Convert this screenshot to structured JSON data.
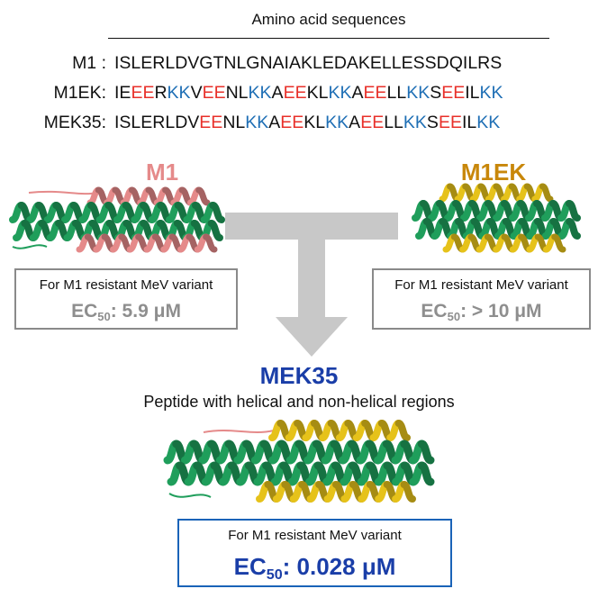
{
  "header": {
    "title": "Amino acid sequences"
  },
  "sequences": [
    {
      "label": "M1 :",
      "segments": [
        {
          "t": "ISLERLDVGTNLGNAIAKLEDAKELLESSDQILRS",
          "c": "default"
        }
      ]
    },
    {
      "label": "M1EK:",
      "segments": [
        {
          "t": "IE",
          "c": "default"
        },
        {
          "t": "EE",
          "c": "E"
        },
        {
          "t": "R",
          "c": "default"
        },
        {
          "t": "KK",
          "c": "K"
        },
        {
          "t": "V",
          "c": "default"
        },
        {
          "t": "EE",
          "c": "E"
        },
        {
          "t": "NL",
          "c": "default"
        },
        {
          "t": "KK",
          "c": "K"
        },
        {
          "t": "A",
          "c": "default"
        },
        {
          "t": "EE",
          "c": "E"
        },
        {
          "t": "KL",
          "c": "default"
        },
        {
          "t": "KK",
          "c": "K"
        },
        {
          "t": "A",
          "c": "default"
        },
        {
          "t": "EE",
          "c": "E"
        },
        {
          "t": "LL",
          "c": "default"
        },
        {
          "t": "KK",
          "c": "K"
        },
        {
          "t": "S",
          "c": "default"
        },
        {
          "t": "EE",
          "c": "E"
        },
        {
          "t": "IL",
          "c": "default"
        },
        {
          "t": "KK",
          "c": "K"
        }
      ]
    },
    {
      "label": "MEK35:",
      "segments": [
        {
          "t": "ISLERLDV",
          "c": "default"
        },
        {
          "t": "EE",
          "c": "E"
        },
        {
          "t": "NL",
          "c": "default"
        },
        {
          "t": "KK",
          "c": "K"
        },
        {
          "t": "A",
          "c": "default"
        },
        {
          "t": "EE",
          "c": "E"
        },
        {
          "t": "KL",
          "c": "default"
        },
        {
          "t": "KK",
          "c": "K"
        },
        {
          "t": "A",
          "c": "default"
        },
        {
          "t": "EE",
          "c": "E"
        },
        {
          "t": "LL",
          "c": "default"
        },
        {
          "t": "KK",
          "c": "K"
        },
        {
          "t": "S",
          "c": "default"
        },
        {
          "t": "EE",
          "c": "E"
        },
        {
          "t": "IL",
          "c": "default"
        },
        {
          "t": "KK",
          "c": "K"
        }
      ]
    }
  ],
  "colors": {
    "glutamate": "#e8302a",
    "lysine": "#1f6fb5",
    "helix_green": "#1f9e5b",
    "m1_peptide": "#e58a8a",
    "m1ek_peptide": "#e6c21a",
    "mek35_label": "#1a3ea8",
    "box_grey": "#8a8a8a",
    "box_blue": "#1a63b8",
    "arrow_grey": "#c8c8c8"
  },
  "m1": {
    "title": "M1",
    "box_caption": "For M1 resistant MeV variant",
    "ec_prefix": "EC",
    "ec_sub": "50",
    "ec_value": ": 5.9 μM"
  },
  "m1ek": {
    "title": "M1EK",
    "box_caption": "For M1 resistant MeV variant",
    "ec_prefix": "EC",
    "ec_sub": "50",
    "ec_value": ": > 10 μM"
  },
  "mek35": {
    "title": "MEK35",
    "subtitle": "Peptide with helical and non-helical regions",
    "box_caption": "For M1 resistant MeV variant",
    "ec_prefix": "EC",
    "ec_sub": "50",
    "ec_value": ": 0.028 μM"
  }
}
